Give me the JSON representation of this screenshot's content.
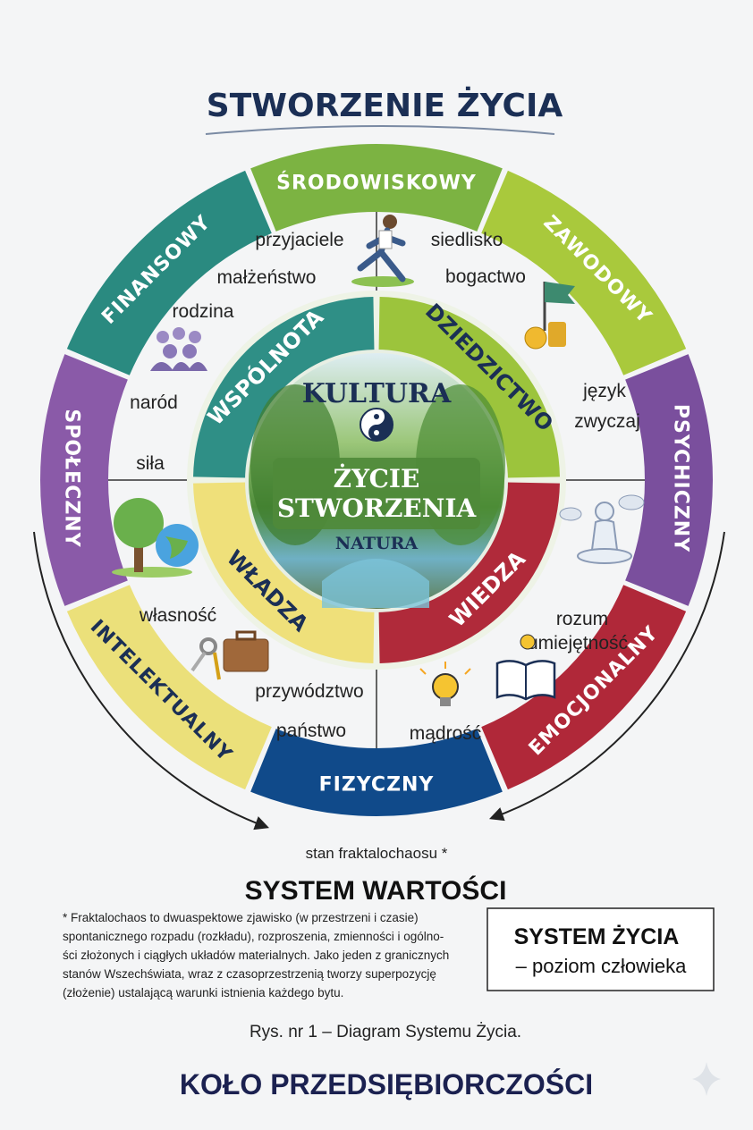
{
  "title": "STWORZENIE ŻYCIA",
  "outer_ring": [
    {
      "label": "ŚRODOWISKOWY",
      "color": "#7cb342",
      "text_color": "#ffffff"
    },
    {
      "label": "ZAWODOWY",
      "color": "#a9c93c",
      "text_color": "#ffffff"
    },
    {
      "label": "PSYCHICZNY",
      "color": "#7a4f9d",
      "text_color": "#ffffff"
    },
    {
      "label": "EMOCJONALNY",
      "color": "#b02839",
      "text_color": "#ffffff"
    },
    {
      "label": "FIZYCZNY",
      "color": "#104a8a",
      "text_color": "#ffffff"
    },
    {
      "label": "INTELEKTUALNY",
      "color": "#ebe07a",
      "text_color": "#1b2f55"
    },
    {
      "label": "SPOŁECZNY",
      "color": "#8a5aa8",
      "text_color": "#ffffff"
    },
    {
      "label": "FINANSOWY",
      "color": "#2a8a80",
      "text_color": "#ffffff"
    }
  ],
  "inner_ring": [
    {
      "label": "WSPÓLNOTA",
      "color": "#2f8f86",
      "text_color": "#ffffff"
    },
    {
      "label": "DZIEDZICTWO",
      "color": "#9cc43c",
      "text_color": "#1b2f55"
    },
    {
      "label": "WIEDZA",
      "color": "#b02a3a",
      "text_color": "#ffffff"
    },
    {
      "label": "WŁADZA",
      "color": "#efe07a",
      "text_color": "#1b2f55"
    }
  ],
  "center": {
    "top": "KULTURA",
    "main_line1": "ŻYCIE",
    "main_line2": "STWORZENIA",
    "bottom": "NATURA"
  },
  "words": {
    "przyjaciele": "przyjaciele",
    "malzenstwo": "małżeństwo",
    "siedlisko": "siedlisko",
    "bogactwo": "bogactwo",
    "rodzina": "rodzina",
    "narod": "naród",
    "sila": "siła",
    "jezyk": "język",
    "zwyczaj": "zwyczaj",
    "rozum": "rozum",
    "umiejetnosc": "umiejętność",
    "wlasnosc": "własność",
    "przywodztwo": "przywództwo",
    "panstwo": "państwo",
    "madrosc": "mądrość"
  },
  "arc_caption": "stan fraktalochaosu *",
  "system_title": "SYSTEM WARTOŚCI",
  "footnote": [
    "* Fraktalochaos to dwuaspektowe zjawisko (w przestrzeni i czasie)",
    "spontanicznego rozpadu (rozkładu), rozproszenia, zmienności i ogólno-",
    "ści złożonych i ciągłych układów materialnych. Jako jeden z granicznych",
    "stanów Wszechświata, wraz z czasoprzestrzenią tworzy superpozycję",
    "(złożenie) ustalającą warunki istnienia każdego bytu."
  ],
  "box": {
    "title": "SYSTEM ŻYCIA",
    "subtitle": "– poziom człowieka"
  },
  "caption": "Rys. nr 1 – Diagram Systemu Życia.",
  "bottom_title": "KOŁO PRZEDSIĘBIORCZOŚCI",
  "colors": {
    "navy": "#1b2f55",
    "background": "#f4f5f6"
  }
}
